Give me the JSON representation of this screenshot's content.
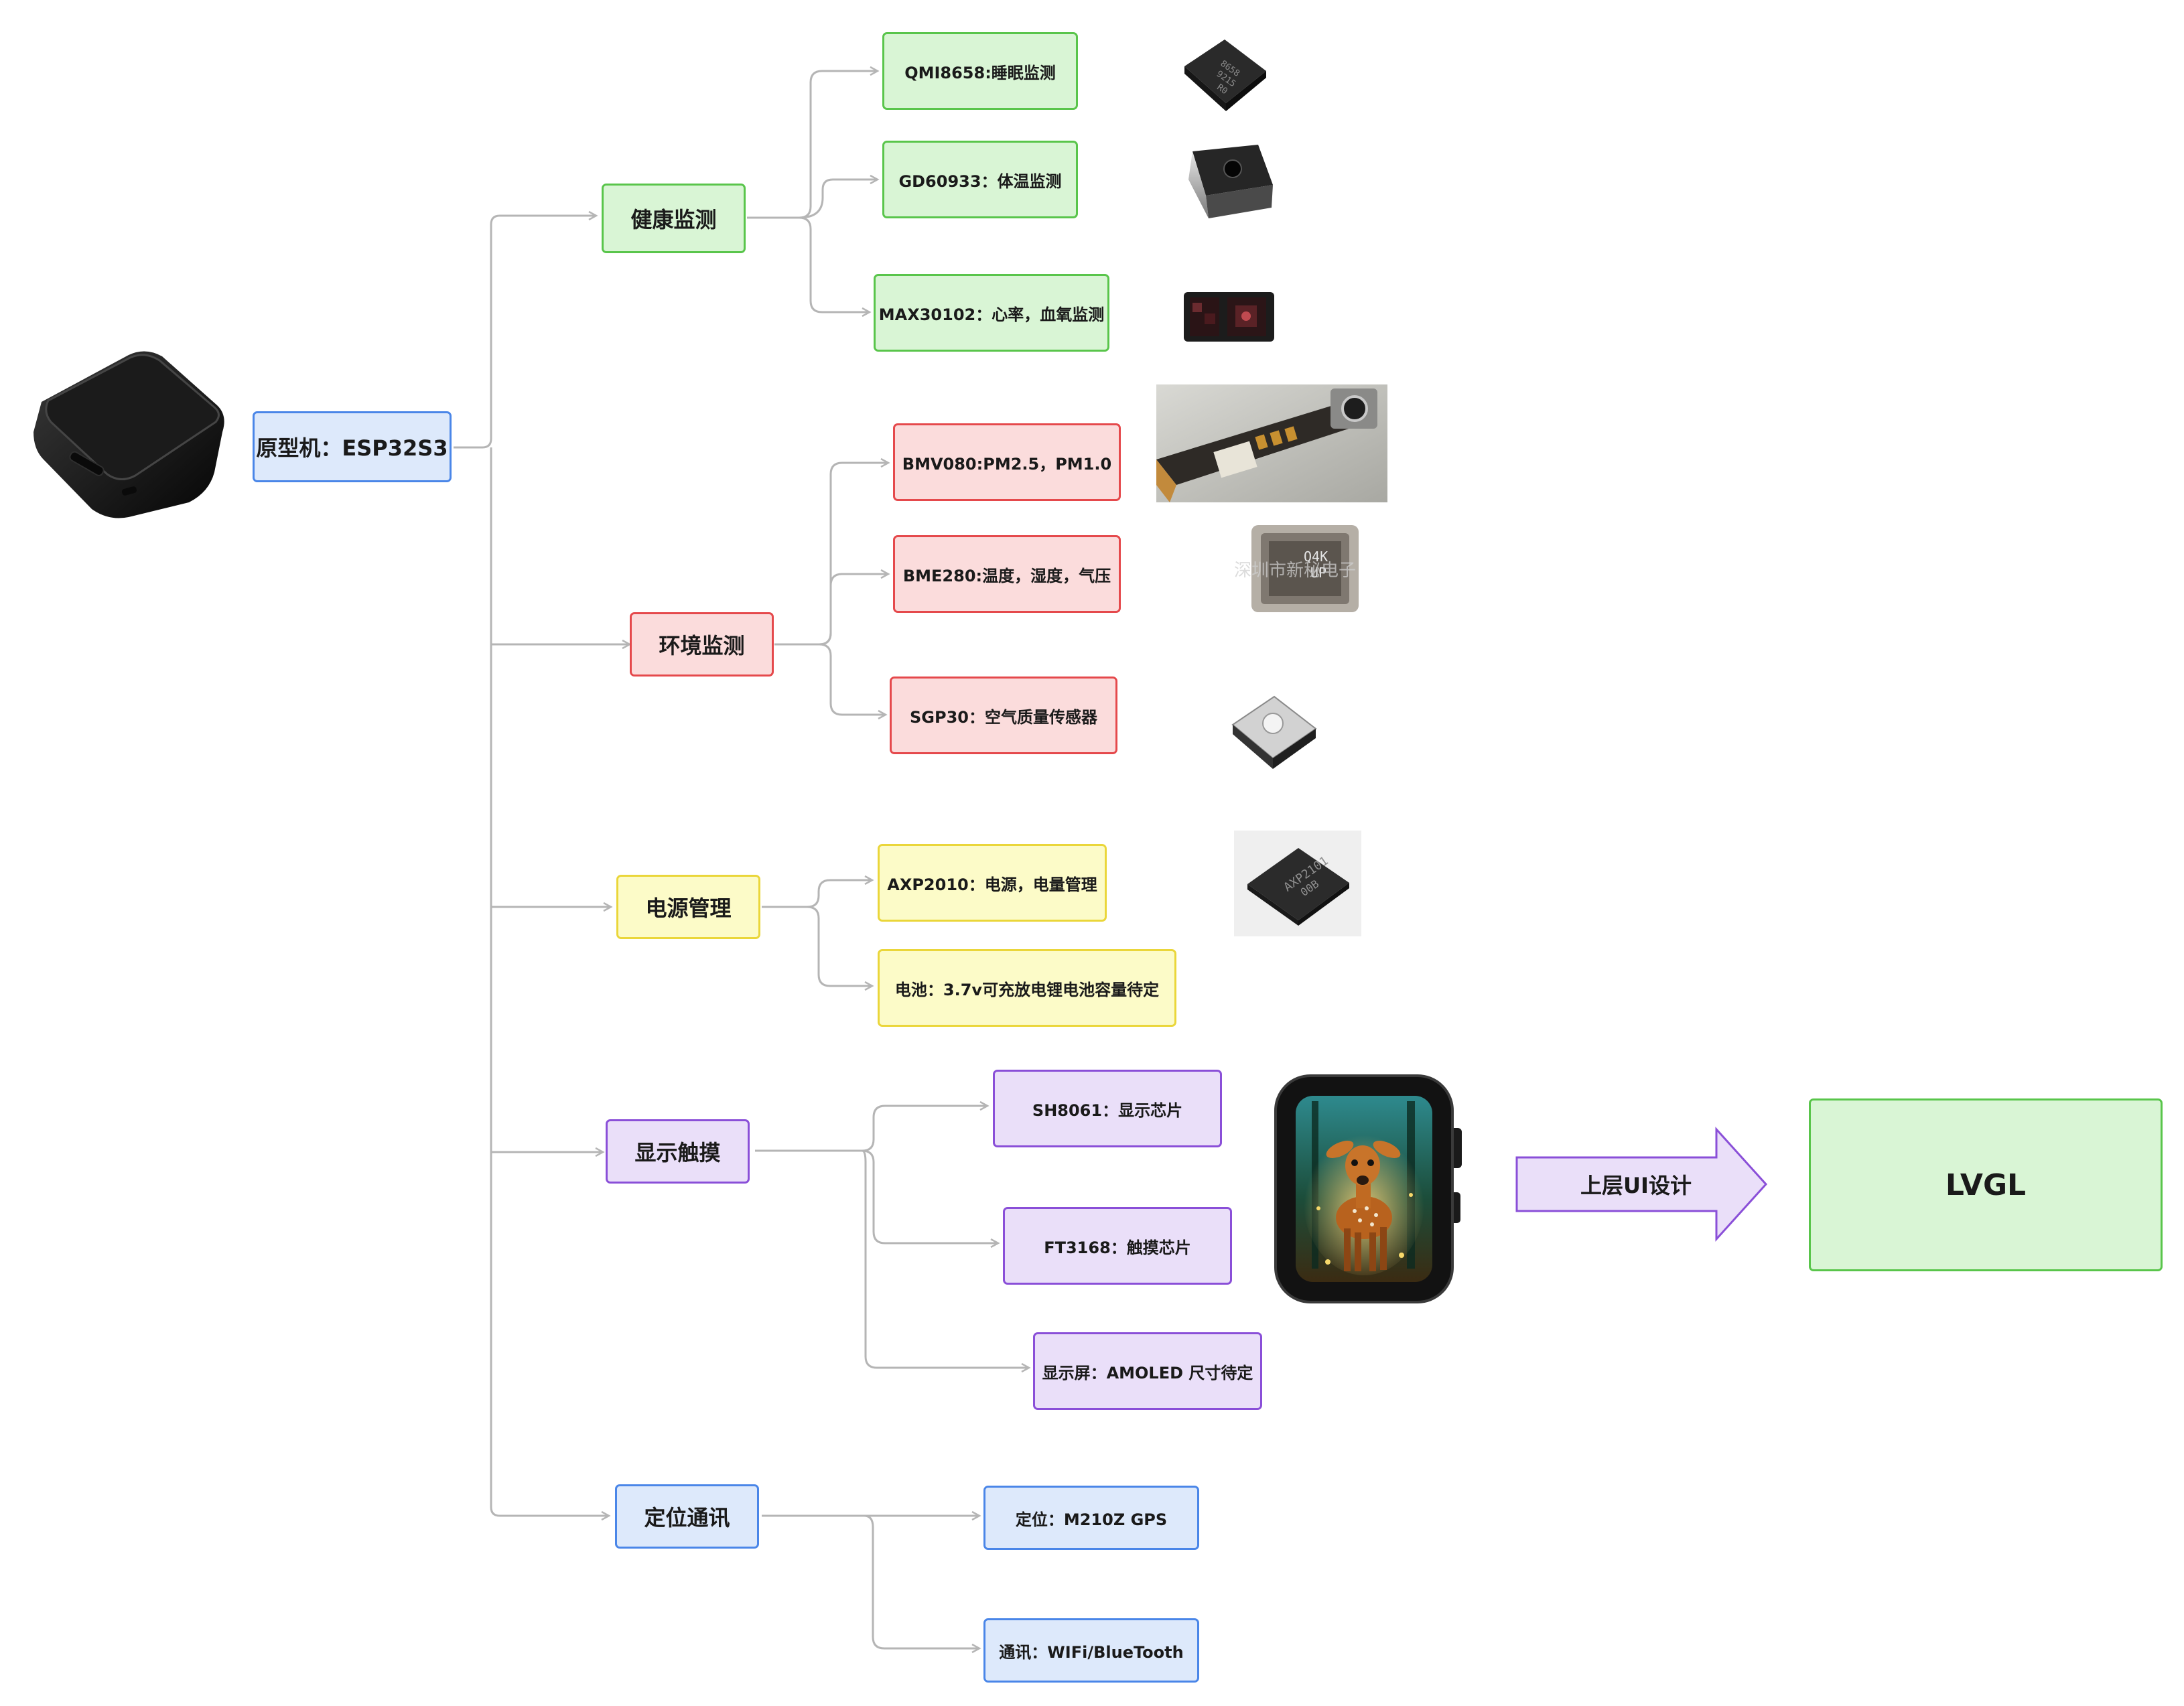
{
  "root": {
    "label": "原型机：ESP32S3"
  },
  "categories": [
    {
      "label": "健康监测",
      "color": "green",
      "items": [
        {
          "label": "QMI8658:睡眠监测"
        },
        {
          "label": "GD60933：体温监测"
        },
        {
          "label": "MAX30102：心率，血氧监测"
        }
      ]
    },
    {
      "label": "环境监测",
      "color": "red",
      "items": [
        {
          "label": "BMV080:PM2.5，PM1.0"
        },
        {
          "label": "BME280:温度，湿度，气压"
        },
        {
          "label": "SGP30：空气质量传感器"
        }
      ]
    },
    {
      "label": "电源管理",
      "color": "yellow",
      "items": [
        {
          "label": "AXP2010：电源，电量管理"
        },
        {
          "label": "电池：3.7v可充放电锂电池容量待定"
        }
      ]
    },
    {
      "label": "显示触摸",
      "color": "purple",
      "items": [
        {
          "label": "SH8061：显示芯片"
        },
        {
          "label": "FT3168：触摸芯片"
        },
        {
          "label": "显示屏：AMOLED 尺寸待定"
        }
      ]
    },
    {
      "label": "定位通讯",
      "color": "blue",
      "items": [
        {
          "label": "定位：M210Z GPS"
        },
        {
          "label": "通讯：WIFi/BlueTooth"
        }
      ]
    }
  ],
  "ui_arrow": {
    "label": "上层UI设计"
  },
  "lvgl": {
    "label": "LVGL"
  },
  "images": {
    "chip_qmi8658": {
      "marking": "8658\n9215\nR0"
    },
    "chip_bme280": {
      "marking": "Q4K\nUP",
      "watermark": "深圳市新秘电子"
    },
    "chip_axp2101": {
      "marking": "AXP2101\n00B"
    }
  },
  "colors": {
    "connector": "#b5b5b5",
    "green": "#59c54b",
    "red": "#e5494c",
    "yellow": "#ead63a",
    "purple": "#8a4fd8",
    "blue": "#4a86e8"
  }
}
